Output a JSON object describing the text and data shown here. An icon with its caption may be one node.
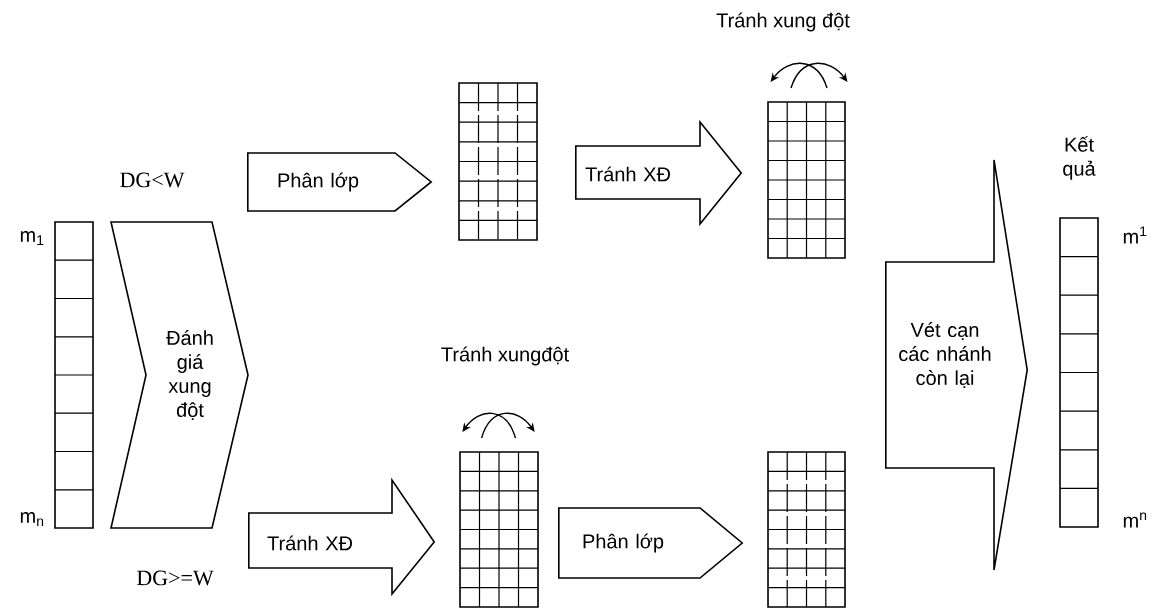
{
  "diagram": {
    "nodes": [
      {
        "text": [],
        "shape": "grid",
        "beside": [
          "m$_{1}$",
          "m$_{n}$"
        ]
      },
      {
        "text": [
          "Đánh giá xung đột"
        ]
      },
      {
        "text": [],
        "shape": "grid"
      },
      {
        "text": [],
        "shape": "grid",
        "beside": [
          "Tránh xung đột"
        ]
      },
      {
        "text": [],
        "shape": "grid",
        "beside": [
          "Tránh xungđột"
        ]
      },
      {
        "text": [],
        "shape": "grid"
      },
      {
        "text": [
          "Kết quả"
        ],
        "beside": [
          "m$^{1}$",
          "m$^{n}$"
        ]
      }
    ],
    "edges": [
      {
        "from": 1,
        "to": 2,
        "arrow": "to",
        "label": "Phân lớp"
      },
      {
        "from": 2,
        "to": 3,
        "arrow": "to",
        "label": "Tránh XĐ"
      },
      {
        "from": 1,
        "to": 4,
        "arrow": "to",
        "label": "Tránh XĐ"
      },
      {
        "from": 4,
        "to": 5,
        "arrow": "to",
        "label": "Phân lớp"
      },
      {
        "from": 3,
        "to": 6,
        "arrow": "to",
        "label": "Vét cạn các nhánh còn lại"
      },
      {
        "from": 5,
        "to": 6,
        "arrow": "to"
      }
    ],
    "labels": [
      "DG<W",
      "DG>=W"
    ]
  }
}
